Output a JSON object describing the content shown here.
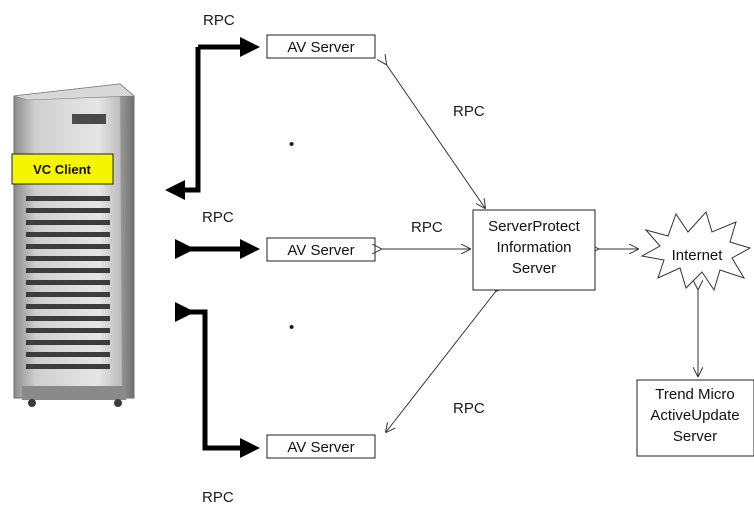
{
  "labels": {
    "rpc": "RPC",
    "av_server": "AV Server",
    "vc_client": "VC Client",
    "info_server": [
      "ServerProtect",
      "Information",
      "Server"
    ],
    "internet": "Internet",
    "activeupdate": [
      "Trend Micro",
      "ActiveUpdate",
      "Server"
    ],
    "dot": "•"
  },
  "colors": {
    "vc_client_label_bg": "#f5f500",
    "tower": "#c9c9c9",
    "arrow": "#000000"
  }
}
